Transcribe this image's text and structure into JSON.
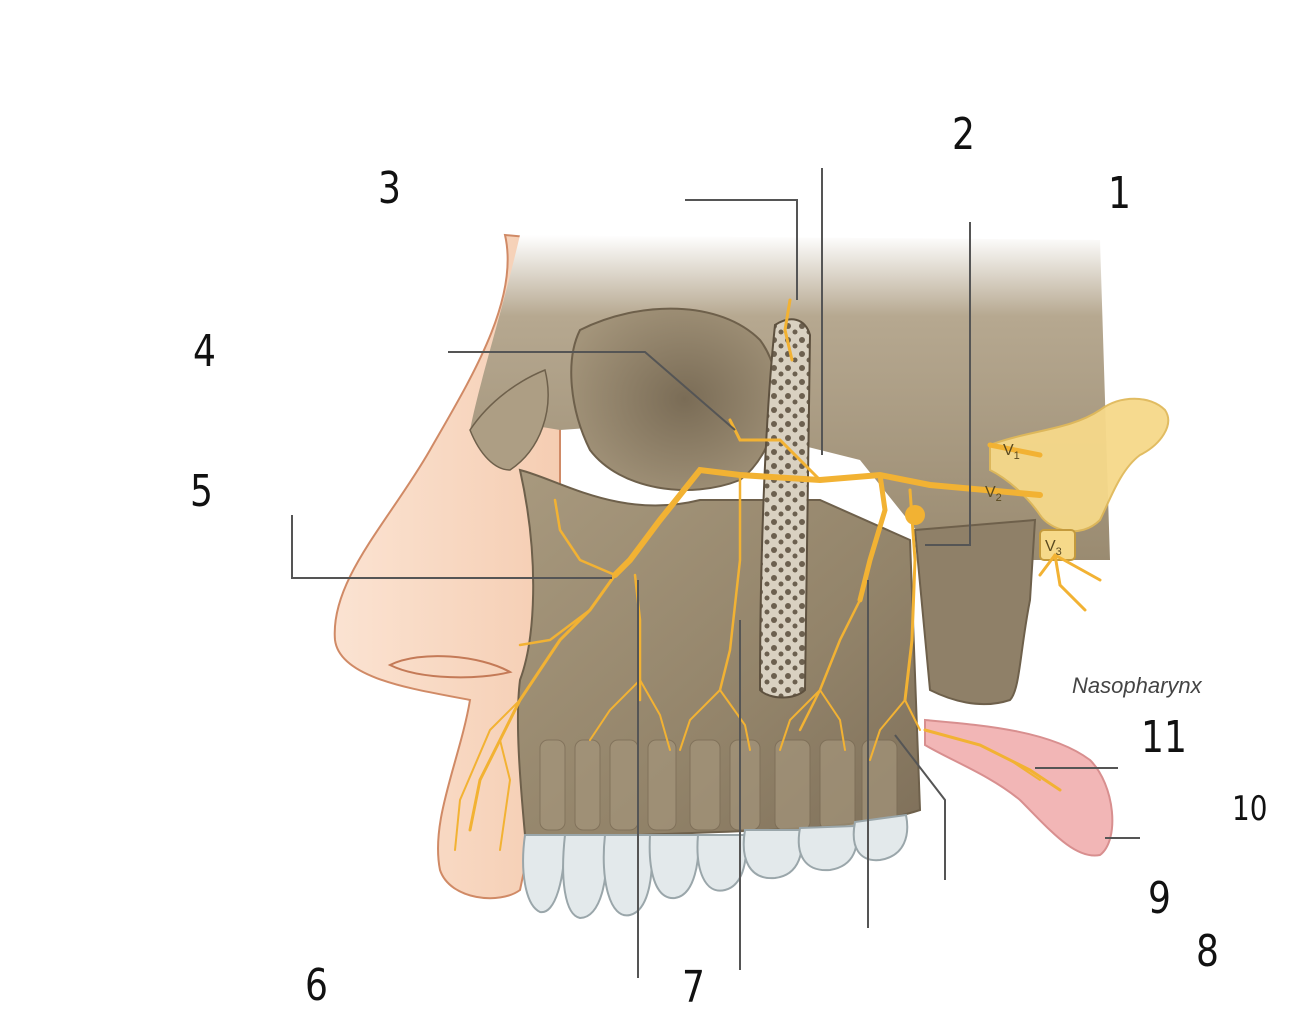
{
  "figure": {
    "region_label": "Nasopharynx",
    "nerve_divisions": [
      "V1",
      "V2",
      "V3"
    ],
    "colors": {
      "bone": "#9c8c72",
      "bone_dark": "#7a6b55",
      "bone_light": "#b7a78c",
      "nerve": "#f2b233",
      "ganglion": "#f6d98a",
      "skin": "#f7d6bf",
      "skin_outline": "#d08a66",
      "tongue": "#f2b6b6",
      "tooth": "#dfe6e8",
      "leader": "#555555"
    }
  },
  "labels": [
    {
      "id": "1",
      "text": "1"
    },
    {
      "id": "2",
      "text": "2"
    },
    {
      "id": "3",
      "text": "3"
    },
    {
      "id": "4",
      "text": "4"
    },
    {
      "id": "5",
      "text": "5"
    },
    {
      "id": "6",
      "text": "6"
    },
    {
      "id": "7",
      "text": "7"
    },
    {
      "id": "8",
      "text": "8"
    },
    {
      "id": "9",
      "text": "9"
    },
    {
      "id": "10",
      "text": "10"
    },
    {
      "id": "11",
      "text": "11"
    }
  ]
}
